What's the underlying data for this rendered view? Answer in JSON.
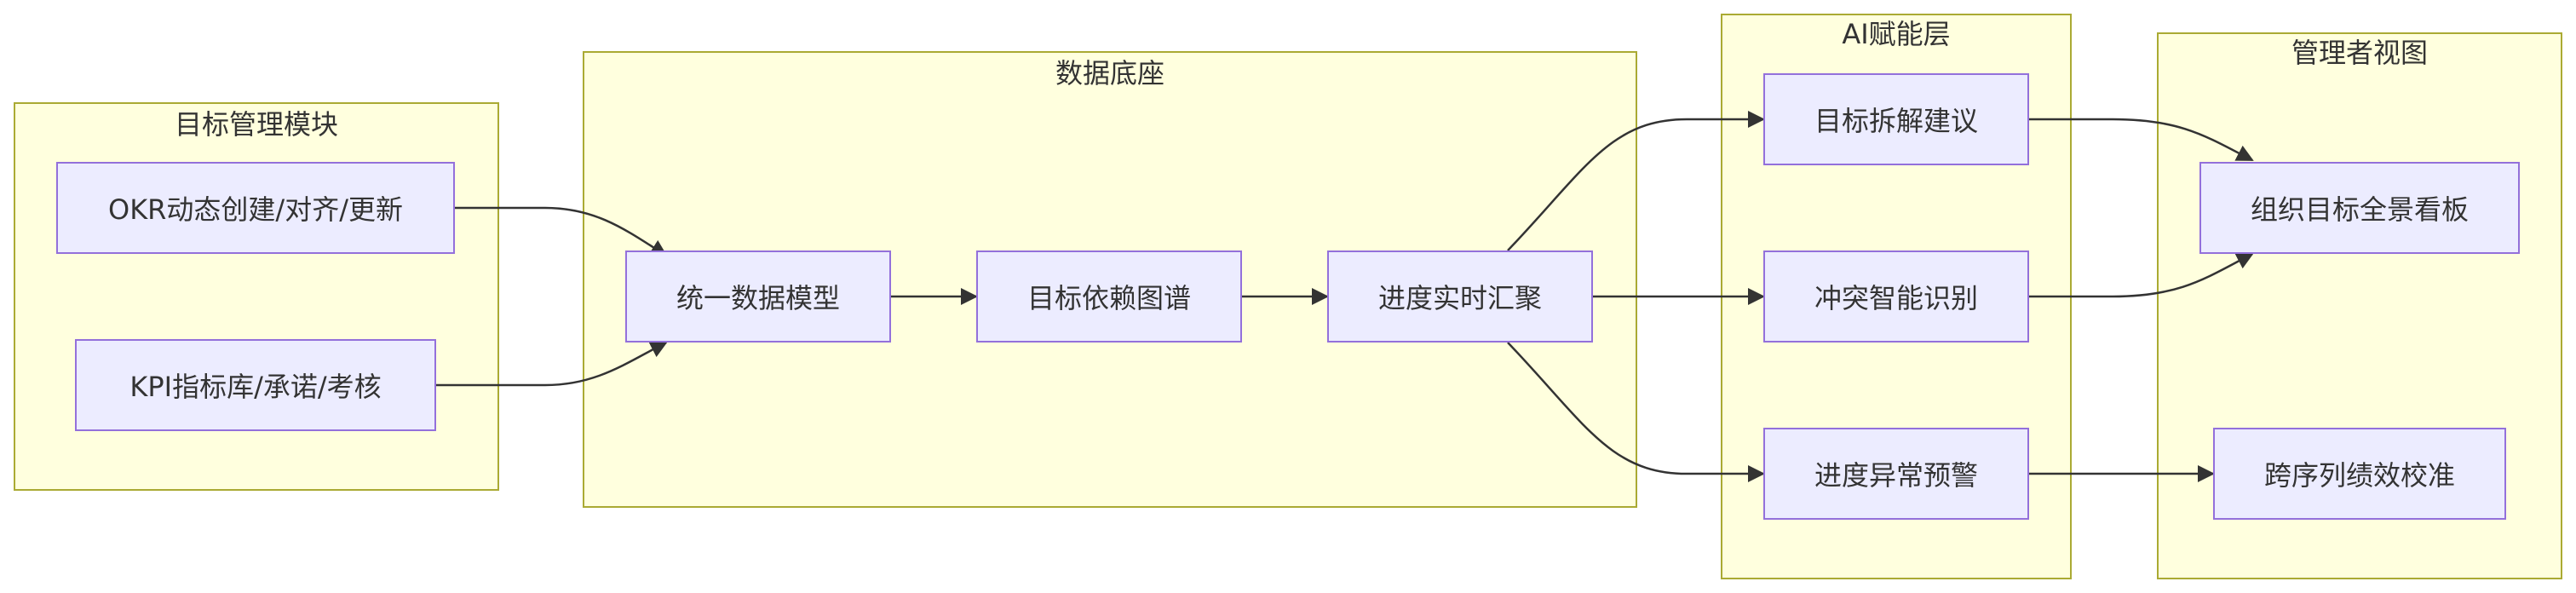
{
  "groups": {
    "goal_mgmt": {
      "title": "目标管理模块"
    },
    "data_base": {
      "title": "数据底座"
    },
    "ai_layer": {
      "title": "AI赋能层"
    },
    "manager_view": {
      "title": "管理者视图"
    }
  },
  "nodes": {
    "okr": "OKR动态创建/对齐/更新",
    "kpi": "KPI指标库/承诺/考核",
    "unified_model": "统一数据模型",
    "dependency_graph": "目标依赖图谱",
    "progress_agg": "进度实时汇聚",
    "breakdown": "目标拆解建议",
    "conflict": "冲突智能识别",
    "alert": "进度异常预警",
    "dashboard": "组织目标全景看板",
    "calibration": "跨序列绩效校准"
  },
  "edges": [
    {
      "from": "okr",
      "to": "unified_model"
    },
    {
      "from": "kpi",
      "to": "unified_model"
    },
    {
      "from": "unified_model",
      "to": "dependency_graph"
    },
    {
      "from": "dependency_graph",
      "to": "progress_agg"
    },
    {
      "from": "progress_agg",
      "to": "breakdown"
    },
    {
      "from": "progress_agg",
      "to": "conflict"
    },
    {
      "from": "progress_agg",
      "to": "alert"
    },
    {
      "from": "breakdown",
      "to": "dashboard"
    },
    {
      "from": "conflict",
      "to": "dashboard"
    },
    {
      "from": "alert",
      "to": "calibration"
    }
  ]
}
